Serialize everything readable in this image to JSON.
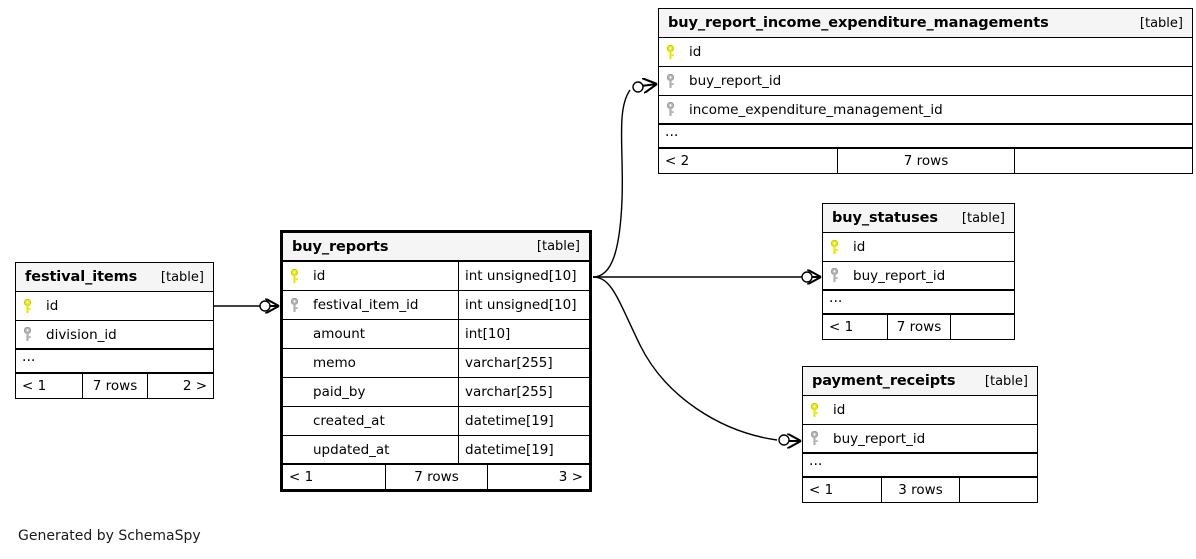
{
  "diagram": {
    "title": "SchemaSpy Relationships Diagram",
    "credit": "Generated by SchemaSpy",
    "background": "#ffffff",
    "pk_key_color": "#e8e800",
    "fk_key_color": "#b0b0b0",
    "header_fill": "#f5f5f5",
    "border_color": "#000000",
    "table_tag": "[table]"
  },
  "tables": [
    {
      "id": "buy_report_income_expenditure_managements",
      "name": "buy_report_income_expenditure_managements",
      "tag": "[table]",
      "focal": false,
      "columns": [
        {
          "name": "id",
          "type": "",
          "key": "primary"
        },
        {
          "name": "buy_report_id",
          "type": "",
          "key": "foreign"
        },
        {
          "name": "income_expenditure_management_id",
          "type": "",
          "key": "foreign"
        }
      ],
      "more": "...",
      "footer": {
        "left": "< 2",
        "center": "7 rows",
        "right": ""
      }
    },
    {
      "id": "buy_reports",
      "name": "buy_reports",
      "tag": "[table]",
      "focal": true,
      "columns": [
        {
          "name": "id",
          "type": "int unsigned[10]",
          "key": "primary"
        },
        {
          "name": "festival_item_id",
          "type": "int unsigned[10]",
          "key": "foreign"
        },
        {
          "name": "amount",
          "type": "int[10]",
          "key": "none"
        },
        {
          "name": "memo",
          "type": "varchar[255]",
          "key": "none"
        },
        {
          "name": "paid_by",
          "type": "varchar[255]",
          "key": "none"
        },
        {
          "name": "created_at",
          "type": "datetime[19]",
          "key": "none"
        },
        {
          "name": "updated_at",
          "type": "datetime[19]",
          "key": "none"
        }
      ],
      "more": "",
      "footer": {
        "left": "< 1",
        "center": "7 rows",
        "right": "3 >"
      }
    },
    {
      "id": "festival_items",
      "name": "festival_items",
      "tag": "[table]",
      "focal": false,
      "columns": [
        {
          "name": "id",
          "type": "",
          "key": "primary"
        },
        {
          "name": "division_id",
          "type": "",
          "key": "foreign"
        }
      ],
      "more": "...",
      "footer": {
        "left": "< 1",
        "center": "7 rows",
        "right": "2 >"
      }
    },
    {
      "id": "buy_statuses",
      "name": "buy_statuses",
      "tag": "[table]",
      "focal": false,
      "columns": [
        {
          "name": "id",
          "type": "",
          "key": "primary"
        },
        {
          "name": "buy_report_id",
          "type": "",
          "key": "foreign"
        }
      ],
      "more": "...",
      "footer": {
        "left": "< 1",
        "center": "7 rows",
        "right": ""
      }
    },
    {
      "id": "payment_receipts",
      "name": "payment_receipts",
      "tag": "[table]",
      "focal": false,
      "columns": [
        {
          "name": "id",
          "type": "",
          "key": "primary"
        },
        {
          "name": "buy_report_id",
          "type": "",
          "key": "foreign"
        }
      ],
      "more": "...",
      "footer": {
        "left": "< 1",
        "center": "3 rows",
        "right": ""
      }
    }
  ],
  "relationships": [
    {
      "from": "festival_items.id",
      "to": "buy_reports.festival_item_id",
      "cardinality": "zero-or-many"
    },
    {
      "from": "buy_reports.id",
      "to": "buy_report_income_expenditure_managements.buy_report_id",
      "cardinality": "zero-or-many"
    },
    {
      "from": "buy_reports.id",
      "to": "buy_statuses.buy_report_id",
      "cardinality": "zero-or-many"
    },
    {
      "from": "buy_reports.id",
      "to": "payment_receipts.buy_report_id",
      "cardinality": "zero-or-many"
    }
  ]
}
